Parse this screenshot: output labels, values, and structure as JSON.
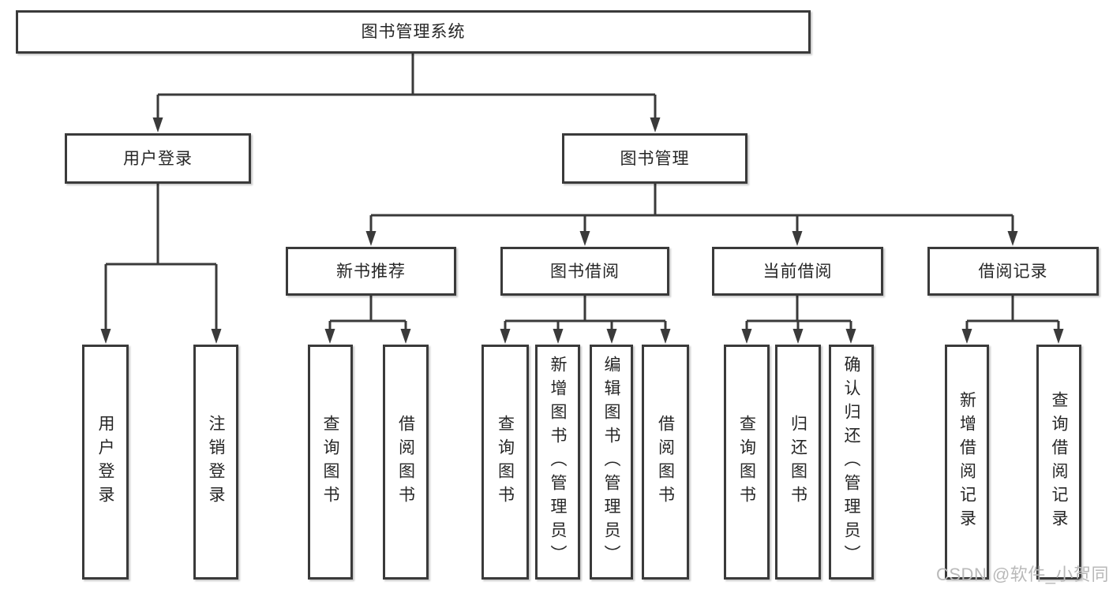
{
  "page": {
    "background": "#ffffff"
  },
  "colors": {
    "line": "#3a3a3a",
    "box_border": "#3a3a3a",
    "text": "#262626",
    "watermark": "#b9b9b9"
  },
  "watermark": {
    "text": "CSDN @软件_小贺同学"
  },
  "tree": {
    "label": "图书管理系统",
    "children": [
      {
        "label": "用户登录",
        "children": [
          {
            "label": "用户登录"
          },
          {
            "label": "注销登录"
          }
        ]
      },
      {
        "label": "图书管理",
        "children": [
          {
            "label": "新书推荐",
            "children": [
              {
                "label": "查询图书"
              },
              {
                "label": "借阅图书"
              }
            ]
          },
          {
            "label": "图书借阅",
            "children": [
              {
                "label": "查询图书"
              },
              {
                "label": "新增图书（管理员）"
              },
              {
                "label": "编辑图书（管理员）"
              },
              {
                "label": "借阅图书"
              }
            ]
          },
          {
            "label": "当前借阅",
            "children": [
              {
                "label": "查询图书"
              },
              {
                "label": "归还图书"
              },
              {
                "label": "确认归还（管理员）"
              }
            ]
          },
          {
            "label": "借阅记录",
            "children": [
              {
                "label": "新增借阅记录"
              },
              {
                "label": "查询借阅记录"
              }
            ]
          }
        ]
      }
    ]
  }
}
